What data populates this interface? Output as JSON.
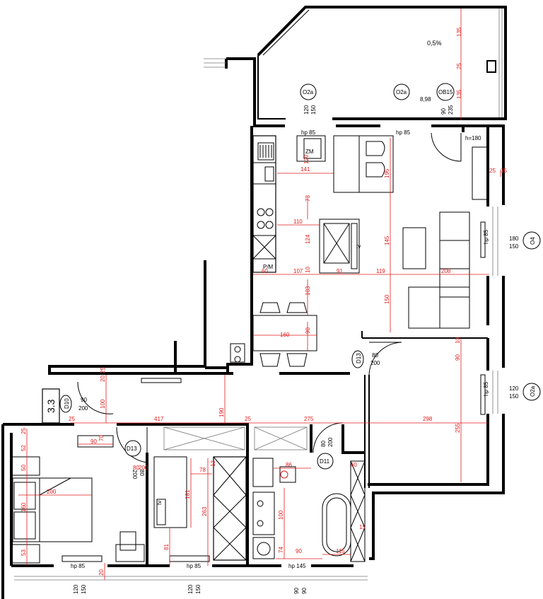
{
  "room_label": "3.3",
  "area_percent": "0,5%",
  "level_mark": "8,98",
  "windows": [
    {
      "id": "O2a",
      "w": "120",
      "h": "150"
    },
    {
      "id": "O2a",
      "w": "",
      "h": ""
    },
    {
      "id": "OB15",
      "w": "90",
      "h": "235"
    },
    {
      "id": "O4",
      "w": "180",
      "h": "150"
    },
    {
      "id": "O2a",
      "w": "120",
      "h": "150"
    }
  ],
  "bottom_window_sizes": [
    {
      "w": "120",
      "h": "150"
    },
    {
      "w": "120",
      "h": "150"
    },
    {
      "w": "90",
      "h": "90"
    }
  ],
  "doors": [
    {
      "id": "D13",
      "w": "80",
      "h": "200"
    },
    {
      "id": "D10",
      "w": "90",
      "h": "200"
    },
    {
      "id": "D13",
      "w": "80",
      "h": "200"
    },
    {
      "id": "D11",
      "w": "80",
      "h": "200"
    }
  ],
  "sill_labels": [
    "hp 85",
    "hp 85",
    "h=180",
    "hp 85",
    "hp 85",
    "hp 85",
    "hp 85",
    "hp 145"
  ],
  "fixture_labels": {
    "zm": "ZM",
    "pm": "P/M",
    "tv": "tv",
    "tv2": "tv"
  },
  "dimensions": {
    "top": [
      "135",
      "25",
      "135"
    ],
    "kitchen": [
      "141",
      "120",
      "195",
      "73",
      "110",
      "124",
      "60",
      "107",
      "91",
      "119",
      "208",
      "103",
      "145",
      "150",
      "160",
      "90",
      "10"
    ],
    "right": [
      "25",
      "15",
      "10",
      "90",
      "255"
    ],
    "middle": [
      "417",
      "25",
      "275",
      "298",
      "190",
      "25",
      "100",
      "20",
      "25"
    ],
    "bedroom": [
      "90",
      "70",
      "25",
      "52",
      "50",
      "200",
      "160",
      "53",
      "80",
      "200",
      "78",
      "181",
      "263",
      "12",
      "81"
    ],
    "bath": [
      "86",
      "60",
      "100",
      "74",
      "90",
      "115",
      "15",
      "20"
    ]
  }
}
